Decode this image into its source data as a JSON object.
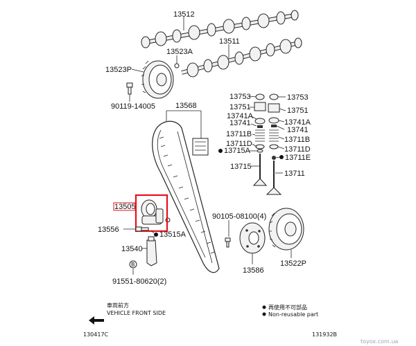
{
  "parts": {
    "p13512": "13512",
    "p13511": "13511",
    "p13523A": "13523A",
    "p13523P": "13523P",
    "p90119": "90119-14005",
    "p13568": "13568",
    "p13753a": "13753",
    "p13753b": "13753",
    "p13751a": "13751",
    "p13751b": "13751",
    "p13741Aa": "13741A",
    "p13741Ab": "13741A",
    "p13741a": "13741",
    "p13741b": "13741",
    "p13711Ba": "13711B",
    "p13711Bb": "13711B",
    "p13711Da": "13711D",
    "p13711Db": "13711D",
    "p13715A": "13715A",
    "p13711E": "13711E",
    "p13715": "13715",
    "p13711": "13711",
    "p13505": "13505",
    "p13556": "13556",
    "p13515A": "13515A",
    "p90105": "90105-08100(4)",
    "p13540": "13540",
    "p91551": "91551-80620(2)",
    "p13586": "13586",
    "p13522P": "13522P"
  },
  "footer": {
    "direction_jp": "車両前方",
    "direction_en": "VEHICLE FRONT SIDE",
    "left_code": "130417C",
    "right_code": "131932B",
    "watermark": "toyox.com.ua"
  },
  "legend": {
    "reuse_jp": "再使用不可部品",
    "reuse_en": "Non-reusable part"
  },
  "highlight_color": "#e8101a"
}
